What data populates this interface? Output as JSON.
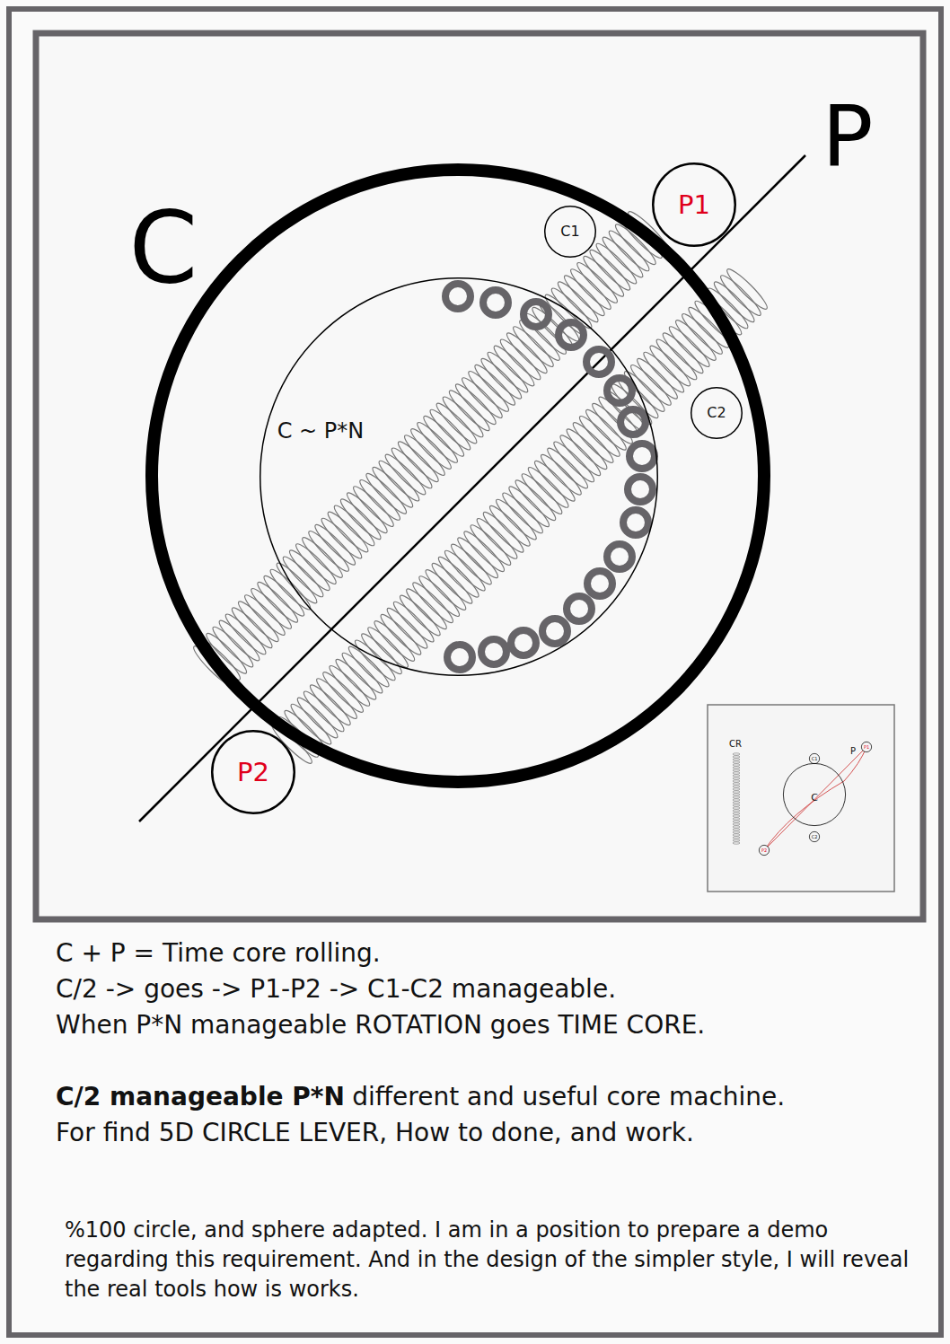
{
  "diagram": {
    "nodes": [
      {
        "text": [
          "C"
        ]
      },
      {
        "text": [
          "C1"
        ],
        "in": 0
      },
      {
        "text": [
          "P1"
        ]
      },
      {
        "text": [
          "C ~ P*N"
        ],
        "in": 0
      },
      {
        "text": [
          "C2"
        ],
        "in": 0
      },
      {
        "text": [
          "P2"
        ]
      },
      {
        "text": [
          "P1"
        ]
      },
      {
        "text": [
          "C1"
        ]
      },
      {
        "text": [
          "C"
        ]
      },
      {
        "text": [
          "C2"
        ]
      },
      {
        "text": [
          "P2"
        ]
      }
    ],
    "labels": [
      "P",
      "CR",
      "P",
      "C + P = Time core rolling.",
      "C/2 -> goes -> P1-P2 -> C1-C2 manageable.",
      "When P*N manageable ROTATION goes TIME CORE.",
      "C/2 manageable P*N",
      "different and useful core machine.",
      "For find 5D CIRCLE LEVER, How to done, and work.",
      "%100 circle, and sphere adapted. I am in a position to prepare a demo regarding this requirement. And in the design of the simpler style, I will reveal the real tools how is works."
    ]
  }
}
